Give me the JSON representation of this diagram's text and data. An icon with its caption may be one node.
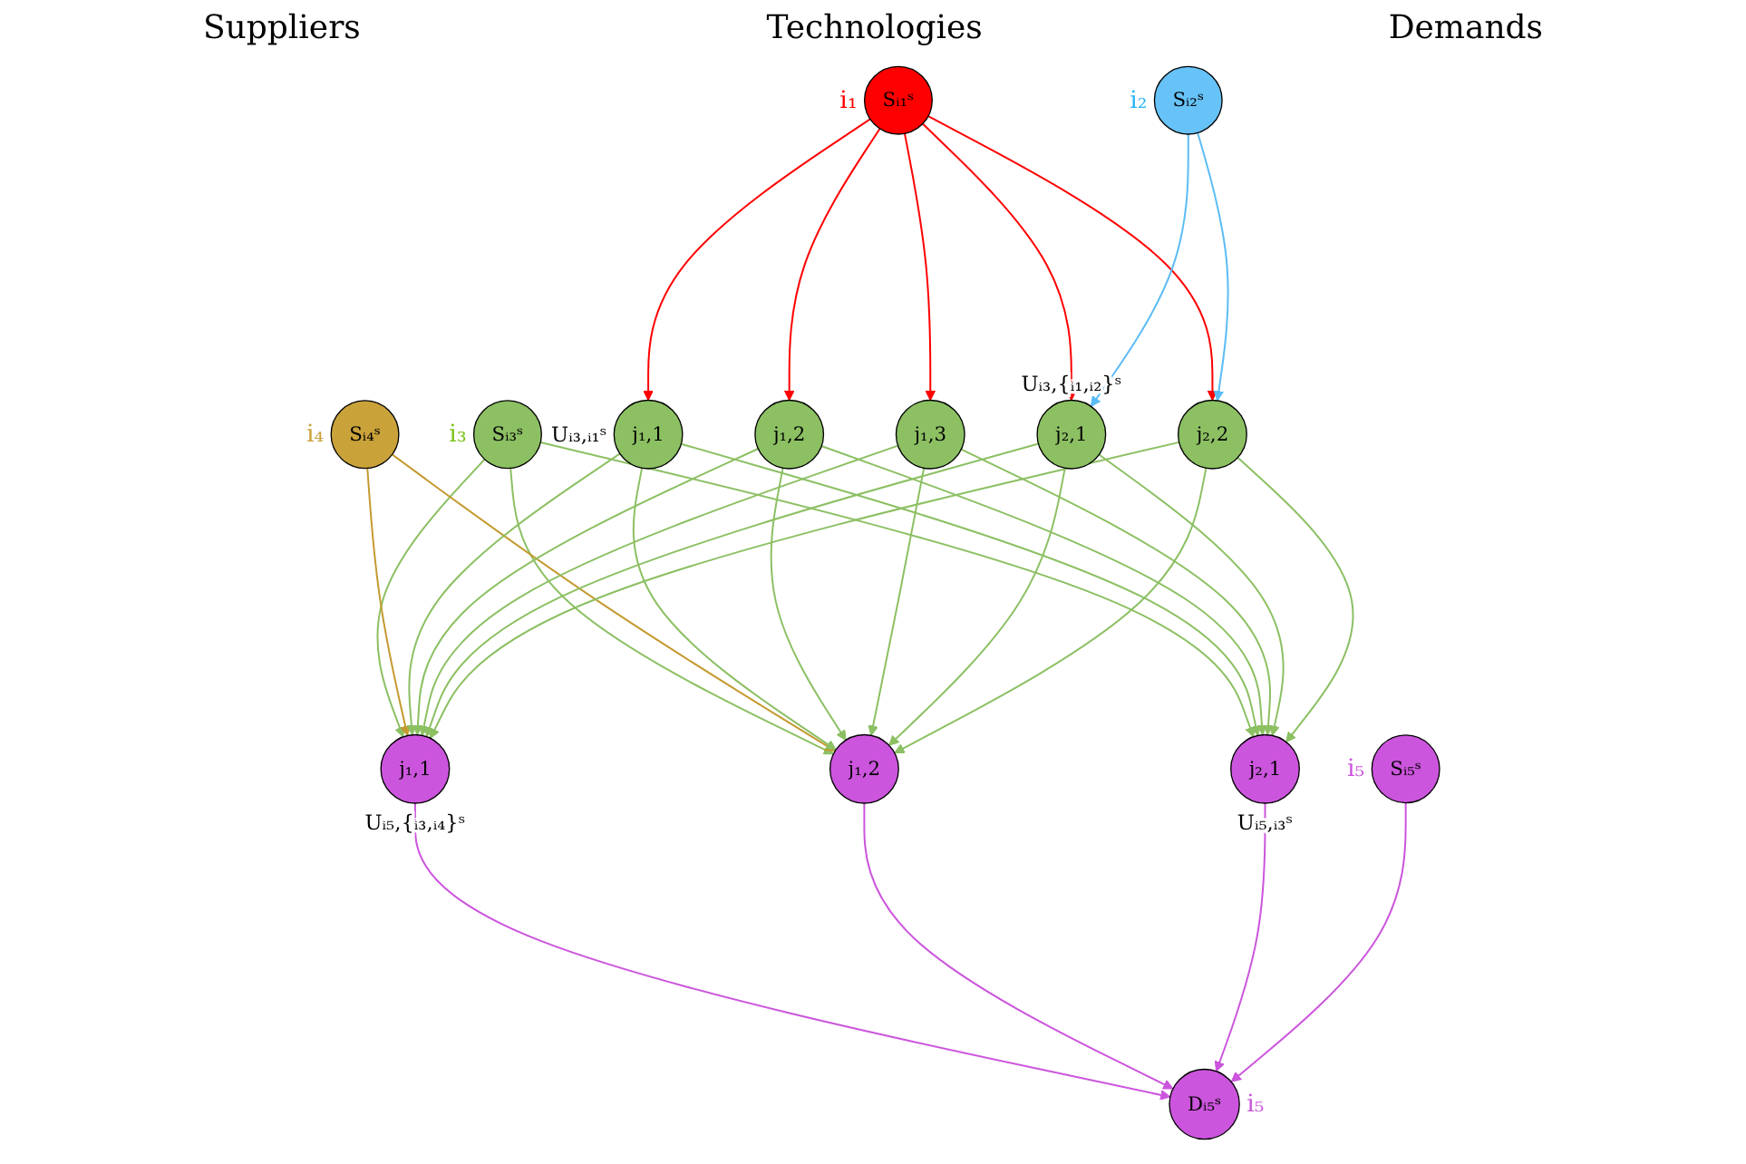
{
  "diagram": {
    "nodes": [
      {
        "text": [
          "Sᵢ₁ˢ"
        ],
        "beside": [
          "i₁"
        ]
      },
      {
        "text": [
          "Sᵢ₂ˢ"
        ],
        "beside": [
          "i₂"
        ]
      },
      {
        "text": [
          "Sᵢ₃ˢ"
        ],
        "beside": [
          "i₃"
        ]
      },
      {
        "text": [
          "Sᵢ₄ˢ"
        ],
        "beside": [
          "i₄"
        ]
      },
      {
        "text": [
          "Sᵢ₅ˢ"
        ],
        "beside": [
          "i₅"
        ]
      },
      {
        "text": [
          "j₁,1"
        ],
        "beside": [
          "Uᵢ₃,ᵢ₁ˢ"
        ]
      },
      {
        "text": [
          "j₁,2"
        ]
      },
      {
        "text": [
          "j₁,3"
        ]
      },
      {
        "text": [
          "j₂,1"
        ],
        "beside": [
          "Uᵢ₃,{ᵢ₁,ᵢ₂}ˢ"
        ]
      },
      {
        "text": [
          "j₂,2"
        ]
      },
      {
        "text": [
          "j₁,1"
        ],
        "beside": [
          "Uᵢ₅,{ᵢ₃,ᵢ₄}ˢ"
        ]
      },
      {
        "text": [
          "j₁,2"
        ]
      },
      {
        "text": [
          "j₂,1"
        ],
        "beside": [
          "Uᵢ₅,ᵢ₃ˢ"
        ]
      },
      {
        "text": [
          "Dᵢ₅ˢ"
        ],
        "beside": [
          "i₅"
        ]
      }
    ],
    "edges": [
      {
        "from": 0,
        "to": 5,
        "arrow": "to",
        "color": "#ff0000"
      },
      {
        "from": 0,
        "to": 6,
        "arrow": "to",
        "color": "#ff0000"
      },
      {
        "from": 0,
        "to": 7,
        "arrow": "to",
        "color": "#ff0000"
      },
      {
        "from": 0,
        "to": 8,
        "arrow": "to",
        "color": "#ff0000"
      },
      {
        "from": 0,
        "to": 9,
        "arrow": "to",
        "color": "#ff0000"
      },
      {
        "from": 1,
        "to": 8,
        "arrow": "to",
        "color": "#5bbcf5"
      },
      {
        "from": 1,
        "to": 9,
        "arrow": "to",
        "color": "#5bbcf5"
      },
      {
        "from": 2,
        "to": 10,
        "arrow": "to"
      },
      {
        "from": 2,
        "to": 11,
        "arrow": "to"
      },
      {
        "from": 2,
        "to": 12,
        "arrow": "to"
      },
      {
        "from": 3,
        "to": 10,
        "arrow": "to",
        "color": "#c49a2f"
      },
      {
        "from": 3,
        "to": 11,
        "arrow": "to",
        "color": "#c49a2f"
      },
      {
        "from": 5,
        "to": 10,
        "arrow": "to"
      },
      {
        "from": 5,
        "to": 11,
        "arrow": "to"
      },
      {
        "from": 5,
        "to": 12,
        "arrow": "to"
      },
      {
        "from": 6,
        "to": 10,
        "arrow": "to"
      },
      {
        "from": 6,
        "to": 11,
        "arrow": "to"
      },
      {
        "from": 6,
        "to": 12,
        "arrow": "to"
      },
      {
        "from": 7,
        "to": 10,
        "arrow": "to"
      },
      {
        "from": 7,
        "to": 11,
        "arrow": "to"
      },
      {
        "from": 7,
        "to": 12,
        "arrow": "to"
      },
      {
        "from": 8,
        "to": 10,
        "arrow": "to"
      },
      {
        "from": 8,
        "to": 11,
        "arrow": "to"
      },
      {
        "from": 8,
        "to": 12,
        "arrow": "to"
      },
      {
        "from": 9,
        "to": 10,
        "arrow": "to"
      },
      {
        "from": 9,
        "to": 11,
        "arrow": "to"
      },
      {
        "from": 9,
        "to": 12,
        "arrow": "to"
      },
      {
        "from": 10,
        "to": 13,
        "arrow": "to",
        "color": "#cc55dd"
      },
      {
        "from": 11,
        "to": 13,
        "arrow": "to",
        "color": "#cc55dd"
      },
      {
        "from": 12,
        "to": 13,
        "arrow": "to",
        "color": "#cc55dd"
      },
      {
        "from": 4,
        "to": 13,
        "arrow": "to",
        "color": "#cc55dd"
      }
    ],
    "labels": [
      "Suppliers",
      "Technologies",
      "Demands"
    ]
  }
}
